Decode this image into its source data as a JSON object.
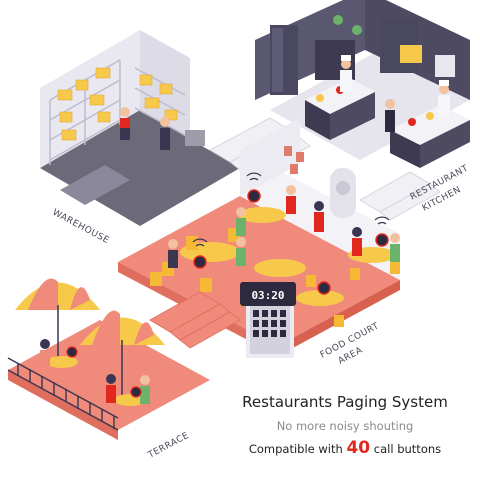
{
  "zones": {
    "warehouse": "WAREHOUSE",
    "kitchen_line1": "RESTAURANT",
    "kitchen_line2": "KITCHEN",
    "food_court_line1": "FOOD COURT",
    "food_court_line2": "AREA",
    "terrace": "TERRACE"
  },
  "device": {
    "display_time": "03:20"
  },
  "caption": {
    "headline": "Restaurants Paging System",
    "tagline": "No more noisy shouting",
    "compat_prefix": "Compatible with",
    "compat_count": "40",
    "compat_suffix": "call buttons"
  },
  "colors": {
    "floor_gray": "#6c6a78",
    "floor_coral": "#f08a7a",
    "wall_light": "#e9e8f0",
    "accent_yellow": "#f7c94a",
    "accent_red": "#e0281e"
  }
}
